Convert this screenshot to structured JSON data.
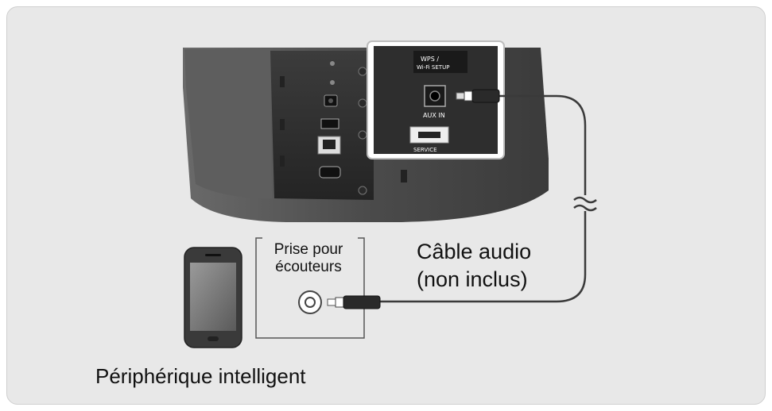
{
  "labels": {
    "headphone_jack_line1": "Prise pour",
    "headphone_jack_line2": "écouteurs",
    "cable_line1": "Câble audio",
    "cable_line2": "(non inclus)",
    "smart_device": "Périphérique intelligent",
    "zoom_wps": "WPS /",
    "zoom_wifi_setup": "Wi-Fi SETUP",
    "zoom_aux_in": "AUX IN",
    "zoom_service": "SERVICE"
  },
  "icons": {
    "speaker": "speaker-rear-panel-icon",
    "phone": "smartphone-icon",
    "jack": "headphone-jack-icon",
    "plug": "audio-plug-icon",
    "break_mark": "cable-break-icon"
  },
  "colors": {
    "background_panel": "#e8e8e8",
    "speaker_body": "#4a4a4a",
    "cable": "#3a3a3a",
    "text": "#111111"
  }
}
